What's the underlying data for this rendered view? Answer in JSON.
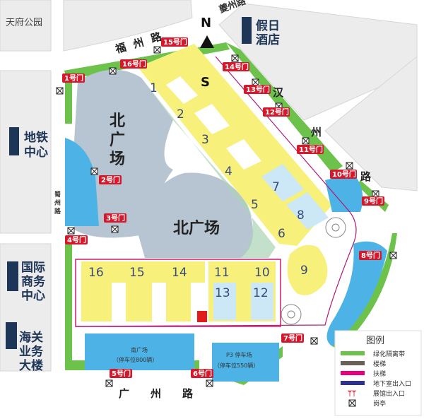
{
  "compass": {
    "north": "N",
    "south": "S"
  },
  "roads": {
    "fuzhou": [
      "福",
      "州",
      "路"
    ],
    "hanzhou": [
      "汉",
      "州",
      "路"
    ],
    "guangzhou": [
      "广",
      "州",
      "路"
    ],
    "shuzhou": [
      "蜀",
      "州",
      "路"
    ],
    "kuizhou": "夔州路"
  },
  "places": {
    "tianfu_park": "天府公园",
    "holiday_hotel": [
      "假日",
      "酒店"
    ],
    "metro_center": [
      "地铁",
      "中心"
    ],
    "intl_business": [
      "国际",
      "商务",
      "中心"
    ],
    "customs": [
      "海关",
      "业务",
      "大楼"
    ]
  },
  "plazas": {
    "north_1": [
      "北",
      "广",
      "场"
    ],
    "north_2": "北广场",
    "south_parking": [
      "南广场",
      "（停车位800辆）"
    ],
    "p3_parking": [
      "P3 停车场",
      "（停车位550辆）"
    ]
  },
  "halls": [
    "1",
    "2",
    "3",
    "4",
    "5",
    "6",
    "7",
    "8",
    "9",
    "10",
    "11",
    "12",
    "13",
    "14",
    "15",
    "16"
  ],
  "gates": [
    "1号门",
    "2号门",
    "3号门",
    "4号门",
    "5号门",
    "6号门",
    "7号门",
    "8号门",
    "9号门",
    "10号门",
    "11号门",
    "12号门",
    "13号门",
    "14号门",
    "15号门",
    "16号门"
  ],
  "legend": {
    "title": "图例",
    "items": [
      {
        "label": "绿化隔离带",
        "color": "#6cc24a"
      },
      {
        "label": "楼梯",
        "color": "#666055"
      },
      {
        "label": "扶梯",
        "color": "#e6007e"
      },
      {
        "label": "地下室出入口",
        "color": "#2e3192"
      },
      {
        "label": "展馆出入口",
        "color": "#d7182a"
      },
      {
        "label": "岗亭",
        "color": "#222222"
      }
    ]
  },
  "colors": {
    "green": "#6cc24a",
    "yellow": "#f7f07a",
    "blue": "#4db3e6",
    "lightblue": "#cce8f6",
    "plaza": "#b7c5d3",
    "gate": "#d7182a"
  }
}
